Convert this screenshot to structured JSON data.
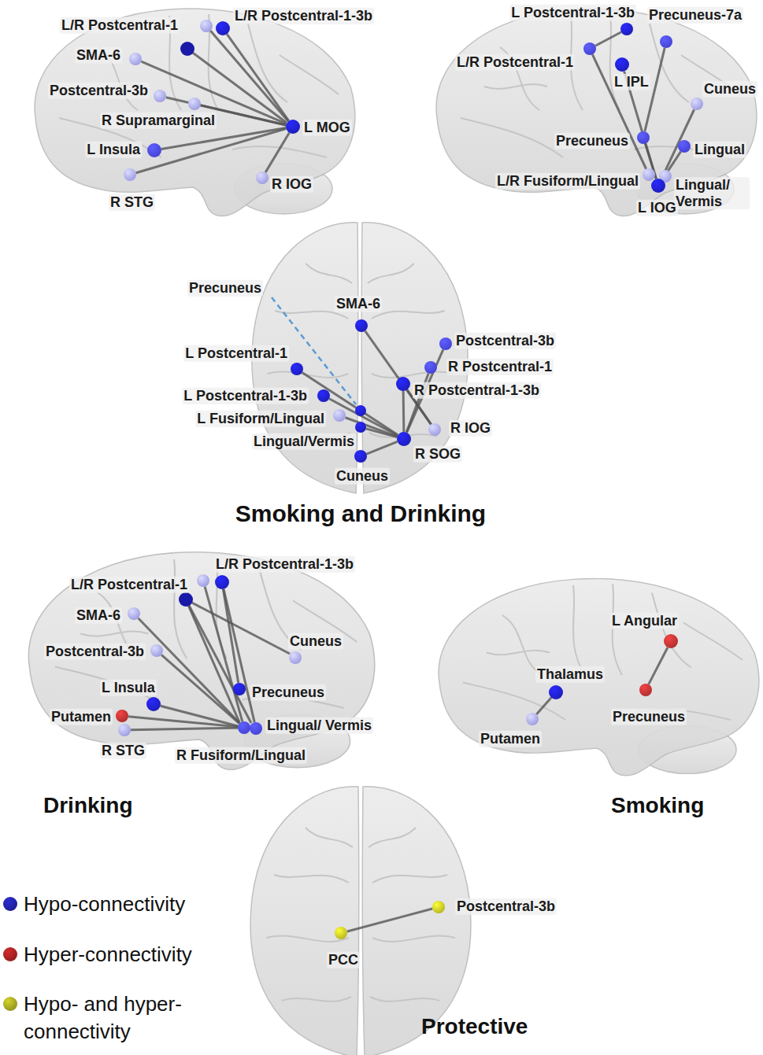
{
  "diagram": {
    "nodes": [
      {
        "text": [
          "L/R Postcentral-1"
        ]
      },
      {
        "text": [
          "L/R Postcentral-1-3b"
        ]
      },
      {
        "text": [
          "SMA-6"
        ]
      },
      {
        "text": [
          "Postcentral-3b"
        ]
      },
      {
        "text": [
          "R Supramarginal"
        ]
      },
      {
        "text": [
          "L Insula"
        ]
      },
      {
        "text": [
          "R STG"
        ]
      },
      {
        "text": [
          "L MOG"
        ]
      },
      {
        "text": [
          "R IOG"
        ]
      },
      {
        "text": [
          "L Postcentral-1-3b"
        ]
      },
      {
        "text": [
          "Precuneus-7a"
        ]
      },
      {
        "text": [
          "L/R Postcentral-1"
        ]
      },
      {
        "text": [
          "L IPL"
        ]
      },
      {
        "text": [
          "Cuneus"
        ]
      },
      {
        "text": [
          "Precuneus"
        ]
      },
      {
        "text": [
          "Lingual"
        ]
      },
      {
        "text": [
          "L/R Fusiform/Lingual"
        ]
      },
      {
        "text": [
          "Lingual/ Vermis"
        ]
      },
      {
        "text": [
          "L IOG"
        ]
      },
      {
        "text": [
          "Precuneus"
        ]
      },
      {
        "text": [
          "SMA-6"
        ]
      },
      {
        "text": [
          "Postcentral-3b"
        ]
      },
      {
        "text": [
          "L Postcentral-1"
        ]
      },
      {
        "text": [
          "R Postcentral-1"
        ]
      },
      {
        "text": [
          "R Postcentral-1-3b"
        ]
      },
      {
        "text": [
          "L Postcentral-1-3b"
        ]
      },
      {
        "text": [
          "L Fusiform/Lingual"
        ]
      },
      {
        "text": [
          "Lingual/Vermis"
        ]
      },
      {
        "text": [
          "R IOG"
        ]
      },
      {
        "text": [
          "R SOG"
        ]
      },
      {
        "text": [
          "Cuneus"
        ]
      },
      {
        "text": [
          "L/R Postcentral-1"
        ]
      },
      {
        "text": [
          "L/R Postcentral-1-3b"
        ]
      },
      {
        "text": [
          "SMA-6"
        ]
      },
      {
        "text": [
          "Cuneus"
        ]
      },
      {
        "text": [
          "Postcentral-3b"
        ]
      },
      {
        "text": [
          "L Insula"
        ]
      },
      {
        "text": [
          "Precuneus"
        ]
      },
      {
        "text": [
          "Putamen"
        ]
      },
      {
        "text": [
          "R STG"
        ]
      },
      {
        "text": [
          "Lingual/ Vermis"
        ]
      },
      {
        "text": [
          "R Fusiform/Lingual"
        ]
      },
      {
        "text": [
          "L Angular"
        ]
      },
      {
        "text": [
          "Thalamus"
        ]
      },
      {
        "text": [
          "Precuneus"
        ]
      },
      {
        "text": [
          "Putamen"
        ]
      },
      {
        "text": [
          "Postcentral-3b"
        ]
      },
      {
        "text": [
          "PCC"
        ]
      }
    ],
    "edges": [
      {
        "from": 0,
        "to": 7,
        "arrow": "none"
      },
      {
        "from": 1,
        "to": 7,
        "arrow": "none"
      },
      {
        "from": 2,
        "to": 7,
        "arrow": "none"
      },
      {
        "from": 3,
        "to": 7,
        "arrow": "none"
      },
      {
        "from": 4,
        "to": 7,
        "arrow": "none"
      },
      {
        "from": 5,
        "to": 7,
        "arrow": "none"
      },
      {
        "from": 6,
        "to": 7,
        "arrow": "none"
      },
      {
        "from": 8,
        "to": 7,
        "arrow": "none"
      },
      {
        "from": 9,
        "to": 11,
        "arrow": "none"
      },
      {
        "from": 10,
        "to": 14,
        "arrow": "none"
      },
      {
        "from": 11,
        "to": 16,
        "arrow": "none"
      },
      {
        "from": 12,
        "to": 18,
        "arrow": "none"
      },
      {
        "from": 13,
        "to": 18,
        "arrow": "none"
      },
      {
        "from": 14,
        "to": 18,
        "arrow": "none"
      },
      {
        "from": 15,
        "to": 18,
        "arrow": "none"
      },
      {
        "from": 20,
        "to": 28,
        "arrow": "none"
      },
      {
        "from": 21,
        "to": 29,
        "arrow": "none"
      },
      {
        "from": 22,
        "to": 29,
        "arrow": "none"
      },
      {
        "from": 23,
        "to": 29,
        "arrow": "none"
      },
      {
        "from": 24,
        "to": 29,
        "arrow": "none"
      },
      {
        "from": 24,
        "to": 28,
        "arrow": "none"
      },
      {
        "from": 25,
        "to": 29,
        "arrow": "none"
      },
      {
        "from": 26,
        "to": 29,
        "arrow": "none"
      },
      {
        "from": 27,
        "to": 29,
        "arrow": "none"
      },
      {
        "from": 30,
        "to": 29,
        "arrow": "none"
      },
      {
        "from": 31,
        "to": 41,
        "arrow": "none"
      },
      {
        "from": 32,
        "to": 40,
        "arrow": "none"
      },
      {
        "from": 32,
        "to": 37,
        "arrow": "none"
      },
      {
        "from": 33,
        "to": 41,
        "arrow": "none"
      },
      {
        "from": 35,
        "to": 41,
        "arrow": "none"
      },
      {
        "from": 36,
        "to": 41,
        "arrow": "none"
      },
      {
        "from": 38,
        "to": 40,
        "arrow": "none"
      },
      {
        "from": 39,
        "to": 41,
        "arrow": "none"
      },
      {
        "from": 42,
        "to": 44,
        "arrow": "none"
      },
      {
        "from": 43,
        "to": 45,
        "arrow": "none"
      },
      {
        "from": 46,
        "to": 47,
        "arrow": "none"
      }
    ],
    "labels": [
      "Smoking and Drinking",
      "Drinking",
      "Smoking",
      "Protective"
    ],
    "legend": [
      {
        "text": "Hypo-connectivity",
        "color": "#1a1a80"
      },
      {
        "text": "Hyper-connectivity",
        "color": "#801a1a"
      },
      {
        "text": "Hypo- and hyper- connectivity",
        "color": "#80801a"
      }
    ]
  }
}
